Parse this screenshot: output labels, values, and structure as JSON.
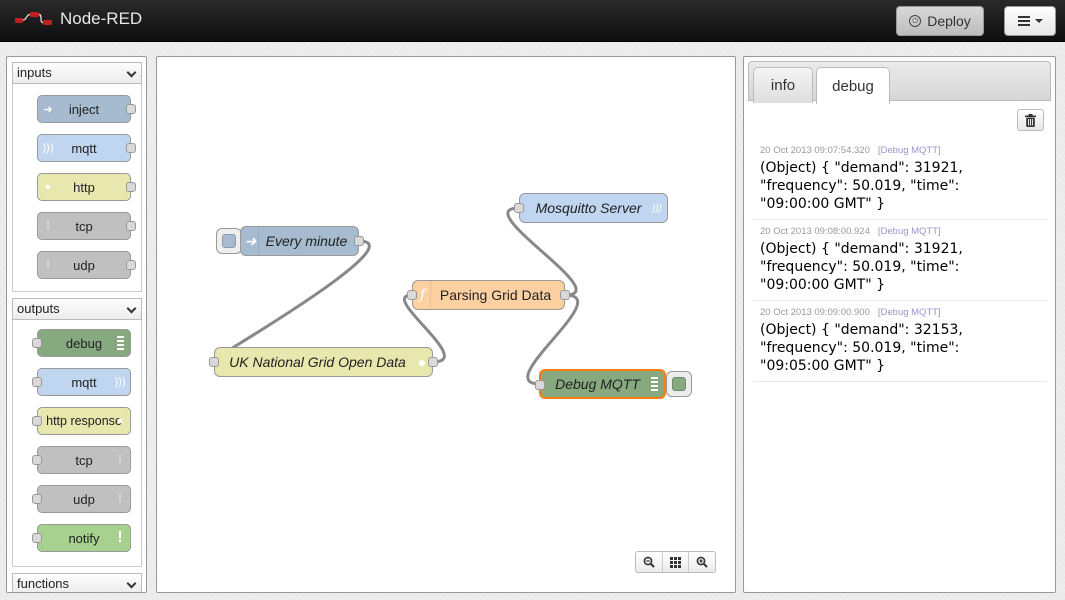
{
  "app": {
    "title": "Node-RED"
  },
  "header": {
    "deploy_label": "Deploy",
    "menu_icon": "list-icon"
  },
  "palette": {
    "categories": [
      {
        "name": "inputs",
        "nodes": [
          "inject",
          "mqtt",
          "http",
          "tcp",
          "udp"
        ]
      },
      {
        "name": "outputs",
        "nodes": [
          "debug",
          "mqtt",
          "http response",
          "tcp",
          "udp",
          "notify"
        ]
      },
      {
        "name": "functions",
        "nodes": []
      }
    ]
  },
  "workspace": {
    "nodes": [
      {
        "id": "every-minute",
        "label": "Every minute",
        "type": "inject"
      },
      {
        "id": "uk-grid",
        "label": "UK National Grid Open Data",
        "type": "http request"
      },
      {
        "id": "parsing",
        "label": "Parsing Grid Data",
        "type": "function"
      },
      {
        "id": "mosquitto",
        "label": "Mosquitto Server",
        "type": "mqtt"
      },
      {
        "id": "debug-mqtt",
        "label": "Debug MQTT",
        "type": "debug"
      }
    ],
    "zoom_controls": [
      "zoom-out",
      "zoom-reset",
      "zoom-in"
    ]
  },
  "sidebar": {
    "tabs": [
      "info",
      "debug"
    ],
    "active_tab": "debug",
    "messages": [
      {
        "timestamp": "20 Oct 2013 09:07:54.320",
        "node": "[Debug MQTT]",
        "lines": [
          "(Object) { \"demand\": 31921,",
          "\"frequency\": 50.019, \"time\":",
          "\"09:00:00 GMT\" }"
        ]
      },
      {
        "timestamp": "20 Oct 2013 09:08:00.924",
        "node": "[Debug MQTT]",
        "lines": [
          "(Object) { \"demand\": 31921,",
          "\"frequency\": 50.019, \"time\":",
          "\"09:00:00 GMT\" }"
        ]
      },
      {
        "timestamp": "20 Oct 2013 09:09:00.900",
        "node": "[Debug MQTT]",
        "lines": [
          "(Object) { \"demand\": 32153,",
          "\"frequency\": 50.019, \"time\":",
          "\"09:05:00 GMT\" }"
        ]
      }
    ]
  },
  "colors": {
    "header_bg": "#1a1a1a",
    "inject": "#a6bbcf",
    "mqtt": "#c0d5ef",
    "http": "#e7e7ae",
    "tcp_udp": "#c0c0c0",
    "debug": "#87a980",
    "notify": "#a6d18e",
    "function": "#fdd0a2",
    "selected_border": "#ff7f0e"
  }
}
